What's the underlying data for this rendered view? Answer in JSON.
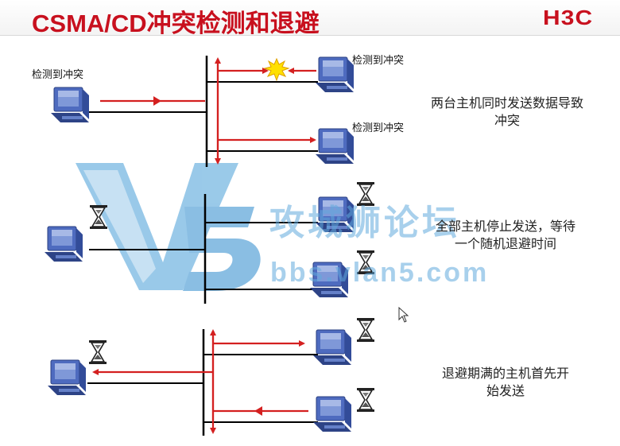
{
  "header": {
    "title": "CSMA/CD冲突检测和退避",
    "logo": "H3C"
  },
  "watermark": {
    "brand": "攻城狮论坛",
    "url": "bbs.vlan5.com"
  },
  "panel1": {
    "label_left": "检测到冲突",
    "label_top_right": "检测到冲突",
    "label_bottom_right": "检测到冲突",
    "description": "两台主机同时发送数据导致冲突"
  },
  "panel2": {
    "description": "全部主机停止发送，等待一个随机退避时间"
  },
  "panel3": {
    "description": "退避期满的主机首先开始发送"
  },
  "colors": {
    "accent": "#c8101e",
    "arrow": "#d42020",
    "bus": "#000000",
    "computer": "#3e5aa8",
    "watermark": "#60aadc"
  }
}
